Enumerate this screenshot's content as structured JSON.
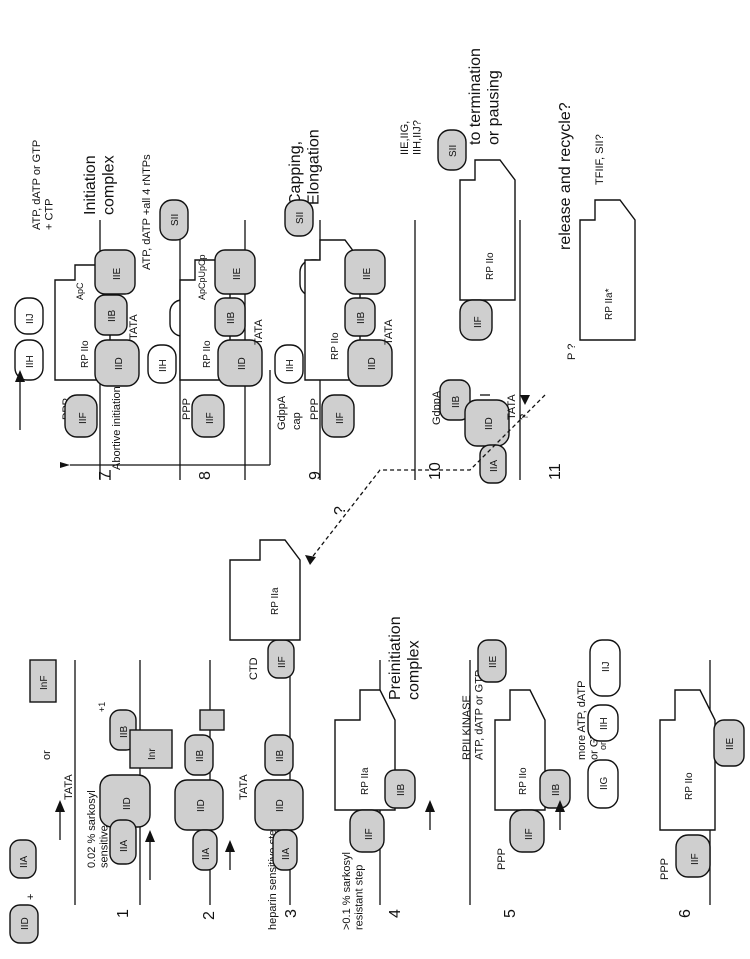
{
  "step_numbers": [
    "1",
    "2",
    "3",
    "4",
    "5",
    "6",
    "7",
    "8",
    "9",
    "10",
    "11"
  ],
  "factors": {
    "IID": "IID",
    "IIA": "IIA",
    "IIB": "IIB",
    "IIE": "IIE",
    "IIF": "IIF",
    "IIH": "IIH",
    "IIJ": "IIJ",
    "IIG": "IIG",
    "SII": "SII",
    "Inr": "Inr",
    "Inr_box": "InF",
    "RPIIa": "RP IIa",
    "RPIIo": "RP IIo",
    "RPIIa_star": "RP IIa*"
  },
  "labels": {
    "tata": "TATA",
    "or": "or",
    "plus1": "+1",
    "sarkosyl_sensitive": "0.02 % sarkosyl\nsensitive step",
    "heparin_sensitive": "heparin sensitive step",
    "sarkosyl_resistant": ">0.1 % sarkosyl\nresistant step",
    "ctd": "CTD",
    "preinitiation": "Preinitiation\ncomplex",
    "rpii_kinase": "RPII KINASE\nATP, dATP or GTP",
    "more_atp": "more ATP, dATP\nor GTP ?",
    "or_word": "or",
    "ppp": "PPP",
    "atp_ctp": "ATP, dATP or GTP\n+ CTP",
    "initiation": "Initiation\ncomplex",
    "apc": "ApC",
    "atp_rntps": "ATP, dATP +all 4 rNTPs",
    "apcpupc": "ApCpUpCp",
    "abortive": "Abortive initiation",
    "capping": "Capping,\nElongation",
    "cap": "cap",
    "gdppa": "GdppA",
    "to_termination": "to termination\nor pausing",
    "iie_list": "IIE,IIG,\nIIH,IIJ?",
    "release": "release and recycle?",
    "tfiif_sii": "TFIIF, SII?",
    "p_q": "P ?",
    "question": "?",
    "tata_q": "TATA\n?"
  }
}
